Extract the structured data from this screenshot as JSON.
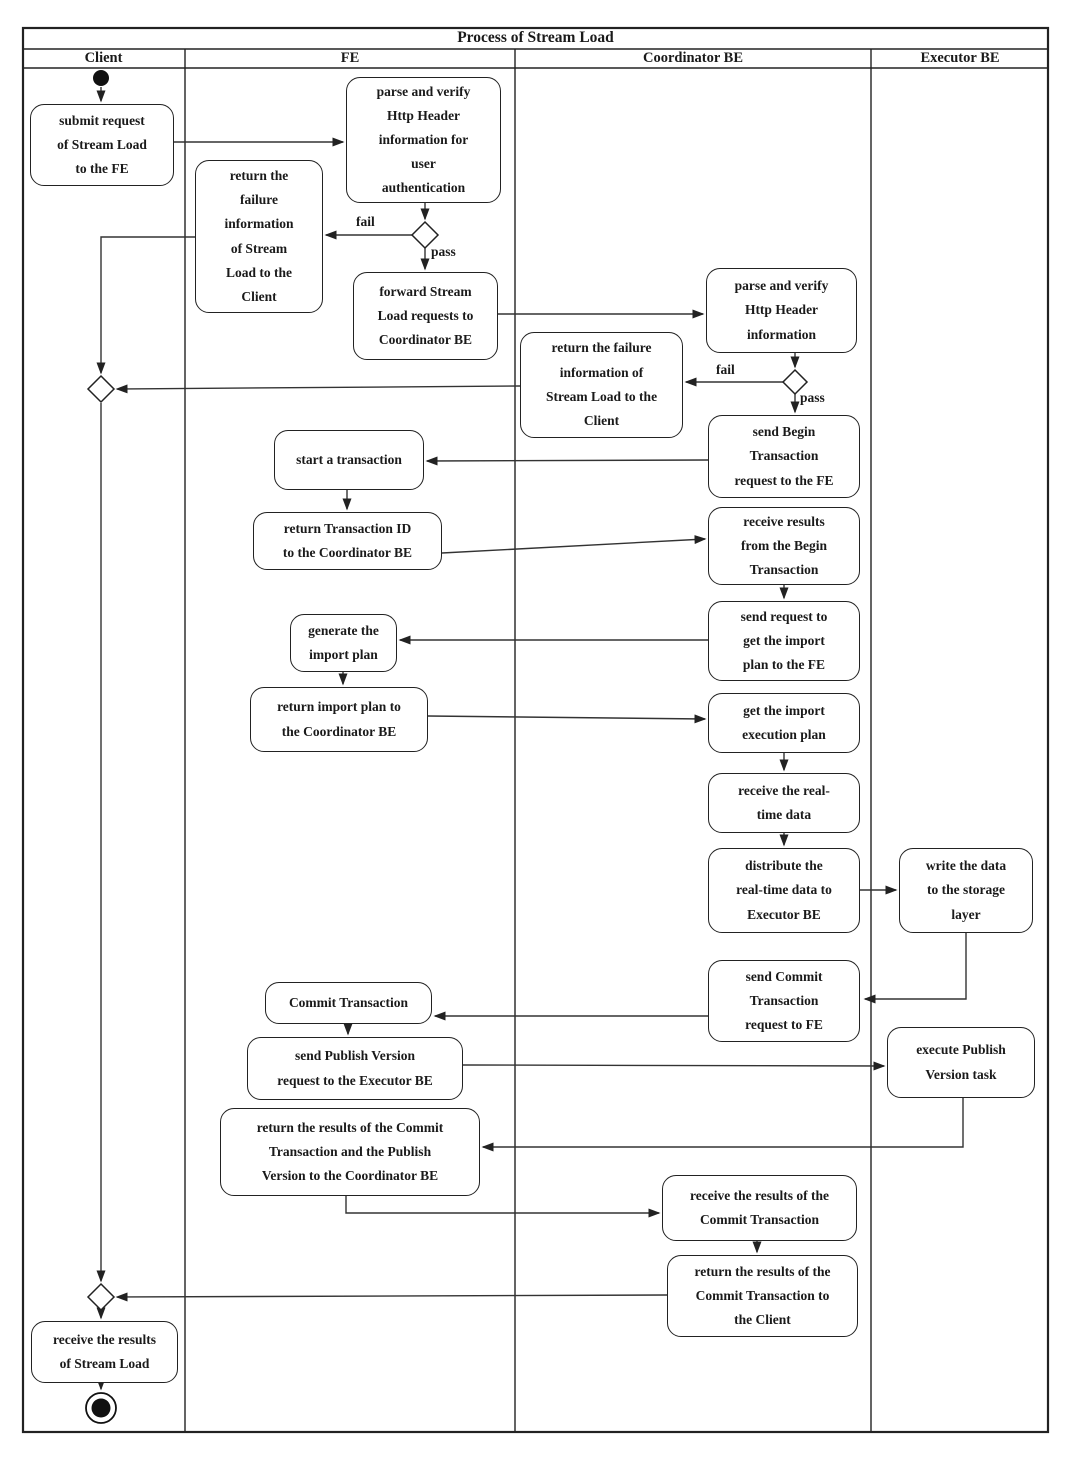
{
  "title": "Process of Stream Load",
  "lanes": {
    "client": "Client",
    "fe": "FE",
    "coordinator": "Coordinator BE",
    "executor": "Executor BE"
  },
  "nodes": {
    "submit_request": "submit request\nof Stream Load\nto the FE",
    "parse_verify_user": "parse and verify\nHttp Header\ninformation for\nuser\nauthentication",
    "return_failure_fe": "return the\nfailure\ninformation\nof Stream\nLoad to the\nClient",
    "forward_requests": "forward Stream\nLoad requests to\nCoordinator BE",
    "start_transaction": "start a transaction",
    "return_txn_id": "return Transaction ID\nto the Coordinator BE",
    "generate_plan": "generate the\nimport plan",
    "return_plan": "return import plan to\nthe Coordinator BE",
    "commit_txn": "Commit Transaction",
    "send_publish": "send Publish Version\nrequest to the Executor BE",
    "return_commit_publish": "return the results of the Commit\nTransaction and the Publish\nVersion to the Coordinator BE",
    "parse_verify_be": "parse and verify\nHttp Header\ninformation",
    "return_failure_be": "return the failure\ninformation of\nStream Load to the\nClient",
    "send_begin": "send Begin\nTransaction\nrequest to the FE",
    "receive_begin_results": "receive results\nfrom the Begin\nTransaction",
    "send_plan_request": "send request to\nget the import\nplan to the FE",
    "get_plan": "get the import\nexecution plan",
    "receive_realtime": "receive the real-\ntime data",
    "distribute": "distribute the\nreal-time data to\nExecutor BE",
    "send_commit_request": "send Commit\nTransaction\nrequest to FE",
    "receive_commit_results": "receive the results of the\nCommit Transaction",
    "return_commit_client": "return the results of the\nCommit Transaction to\nthe Client",
    "receive_results_sl": "receive the results\nof Stream Load",
    "write_data": "write the data\nto the storage\nlayer",
    "execute_publish": "execute Publish\nVersion task"
  },
  "edge_labels": {
    "fe_fail": "fail",
    "fe_pass": "pass",
    "be_fail": "fail",
    "be_pass": "pass"
  },
  "colors": {
    "border": "#222222",
    "line": "#333333",
    "background": "#ffffff",
    "text": "#1a1a1a"
  }
}
